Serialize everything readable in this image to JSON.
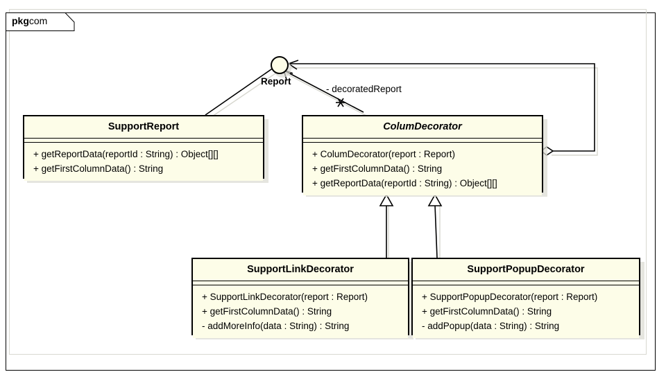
{
  "package": {
    "keyword": "pkg",
    "name": "com"
  },
  "interface": {
    "name": "Report",
    "icon": "lollipop-circle-icon"
  },
  "association": {
    "label": "- decoratedReport",
    "multiplicity": "*"
  },
  "classes": [
    {
      "id": "support-report",
      "name": "SupportReport",
      "abstract": false,
      "attributes": [],
      "operations": [
        "+ getReportData(reportId : String) : Object[][]",
        "+ getFirstColumnData() : String"
      ]
    },
    {
      "id": "colum-decorator",
      "name": "ColumDecorator",
      "abstract": true,
      "attributes": [],
      "operations": [
        "+ ColumDecorator(report : Report)",
        "+ getFirstColumnData() : String",
        "+ getReportData(reportId : String) : Object[][]"
      ]
    },
    {
      "id": "support-link-decorator",
      "name": "SupportLinkDecorator",
      "abstract": false,
      "attributes": [],
      "operations": [
        "+ SupportLinkDecorator(report : Report)",
        "+ getFirstColumnData() : String",
        "- addMoreInfo(data : String) : String"
      ]
    },
    {
      "id": "support-popup-decorator",
      "name": "SupportPopupDecorator",
      "abstract": false,
      "attributes": [],
      "operations": [
        "+ SupportPopupDecorator(report : Report)",
        "+ getFirstColumnData() : String",
        "- addPopup(data : String) : String"
      ]
    }
  ],
  "relations": [
    {
      "kind": "realization",
      "from": "SupportReport",
      "to": "Report"
    },
    {
      "kind": "realization",
      "from": "ColumDecorator",
      "to": "Report"
    },
    {
      "kind": "aggregation",
      "from": "ColumDecorator",
      "to": "Report"
    },
    {
      "kind": "generalization",
      "from": "SupportLinkDecorator",
      "to": "ColumDecorator"
    },
    {
      "kind": "generalization",
      "from": "SupportPopupDecorator",
      "to": "ColumDecorator"
    }
  ],
  "colors": {
    "class_fill": "#fdfde8",
    "border": "#000000",
    "shadow": "#dcdcd4",
    "frame_inner": "#d8d8d0",
    "background": "#ffffff"
  }
}
